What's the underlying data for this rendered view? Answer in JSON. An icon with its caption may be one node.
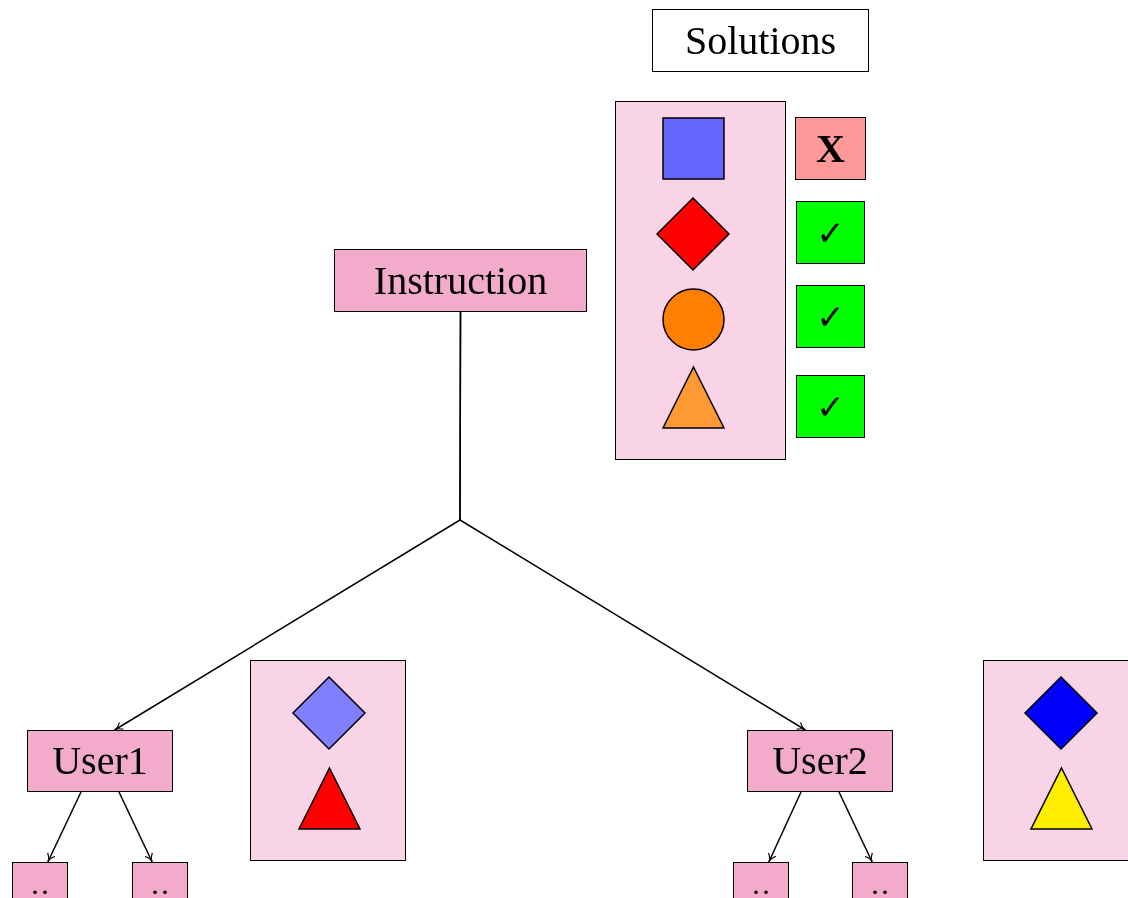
{
  "diagram": {
    "nodes": [
      {
        "text": [
          "Solutions"
        ]
      },
      {
        "text": [],
        "shape": "box"
      },
      {
        "text": [],
        "shape": "square",
        "in": 1
      },
      {
        "text": [
          "X"
        ]
      },
      {
        "text": [],
        "shape": "diamond",
        "in": 1
      },
      {
        "text": [
          "✓"
        ]
      },
      {
        "text": [],
        "shape": "circle",
        "in": 1
      },
      {
        "text": [
          "✓"
        ]
      },
      {
        "text": [],
        "shape": "triangle",
        "in": 1
      },
      {
        "text": [
          "✓"
        ]
      },
      {
        "text": [
          "Instruction"
        ]
      },
      {
        "text": [],
        "shape": "box"
      },
      {
        "text": [],
        "shape": "diamond",
        "in": 11
      },
      {
        "text": [],
        "shape": "triangle",
        "in": 11
      },
      {
        "text": [],
        "shape": "box"
      },
      {
        "text": [],
        "shape": "diamond",
        "in": 14
      },
      {
        "text": [],
        "shape": "triangle",
        "in": 14
      },
      {
        "text": [
          "User1"
        ]
      },
      {
        "text": [
          "User2"
        ]
      },
      {
        "text": [
          "··"
        ]
      },
      {
        "text": [
          "··"
        ]
      },
      {
        "text": [
          "··"
        ]
      },
      {
        "text": [
          "··"
        ]
      }
    ],
    "edges": [
      {
        "from": 10,
        "to": 17,
        "arrow": "to"
      },
      {
        "from": 10,
        "to": 18,
        "arrow": "to"
      },
      {
        "from": 17,
        "to": 19,
        "arrow": "to"
      },
      {
        "from": 17,
        "to": 20,
        "arrow": "to"
      },
      {
        "from": 18,
        "to": 21,
        "arrow": "to"
      },
      {
        "from": 18,
        "to": 22,
        "arrow": "to"
      }
    ]
  }
}
